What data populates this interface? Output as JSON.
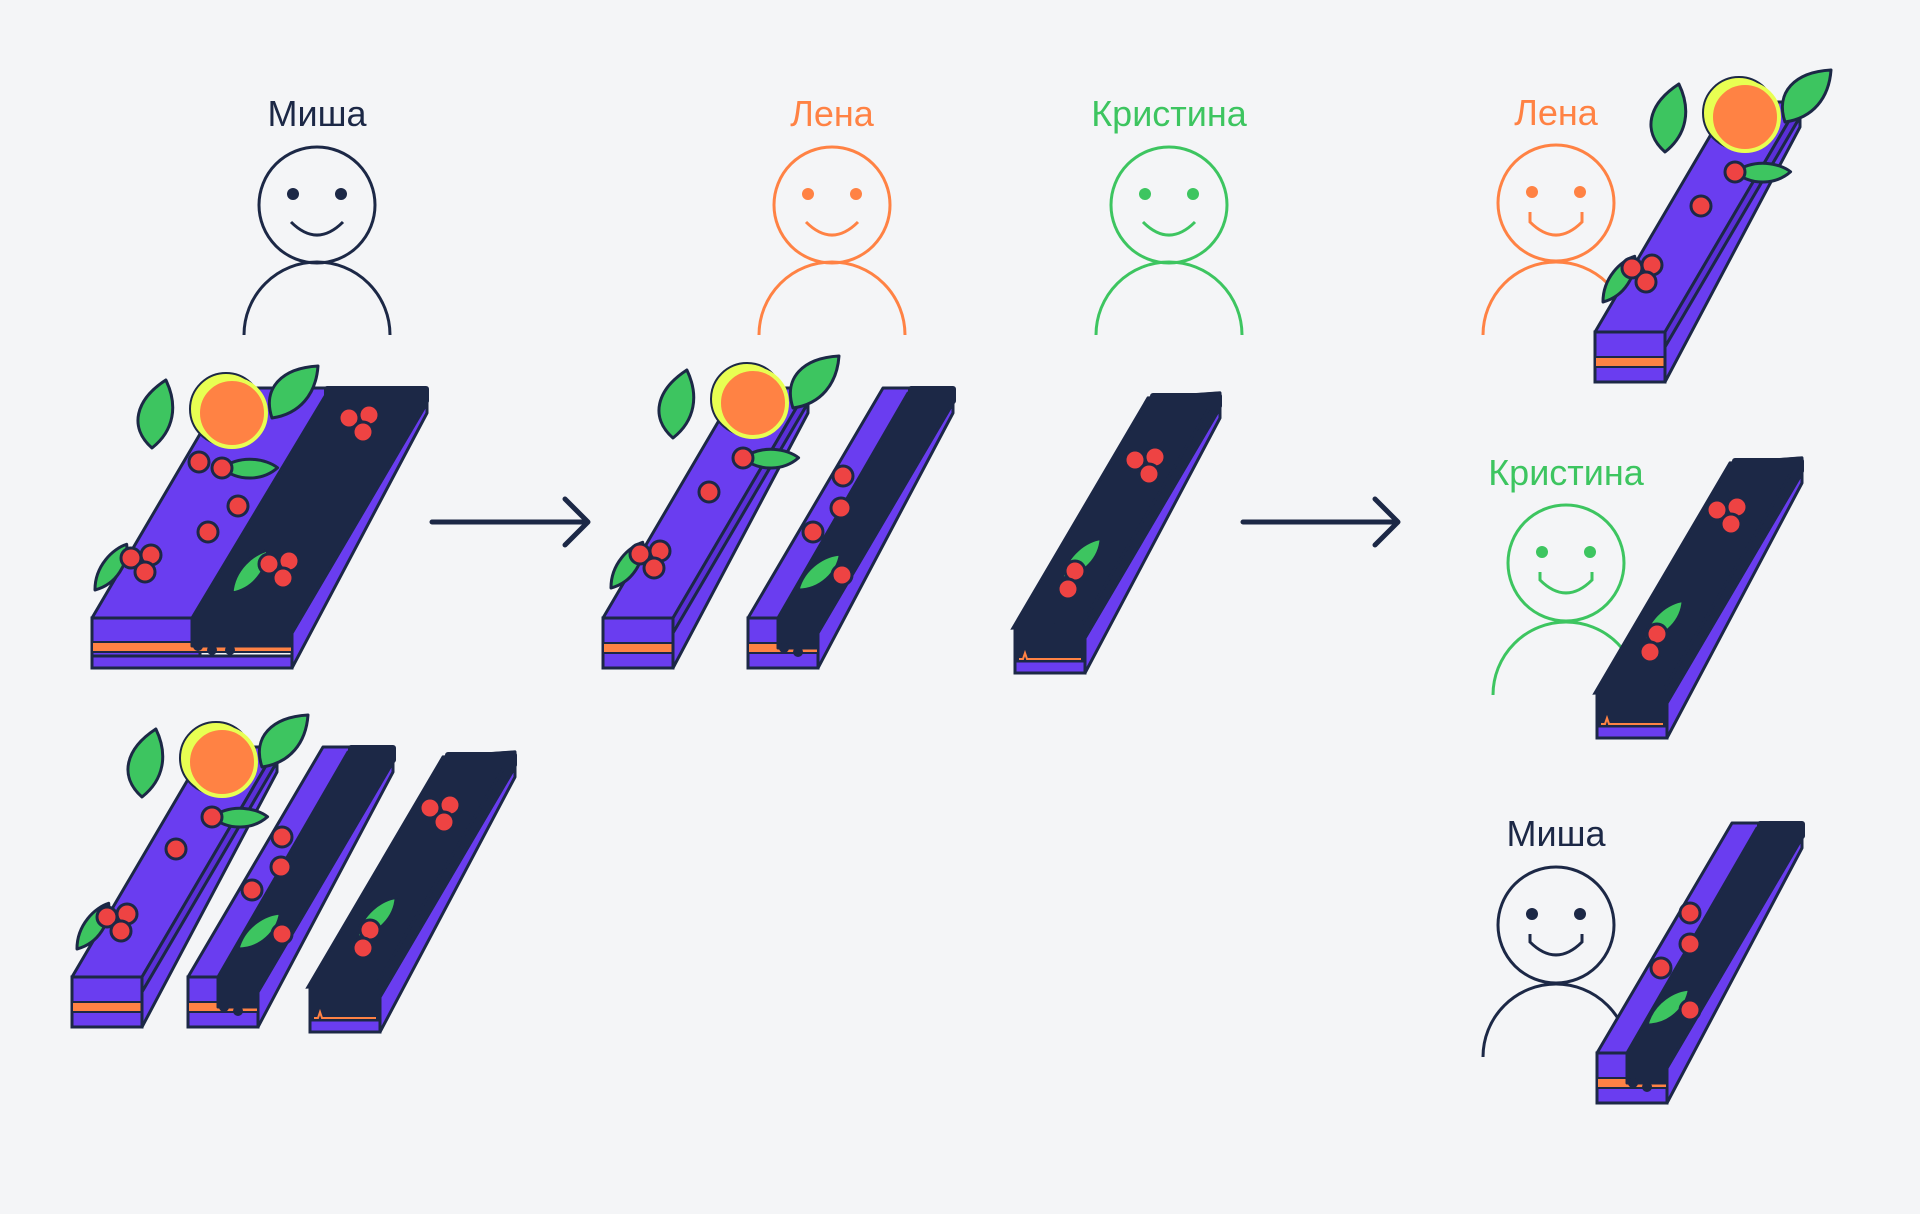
{
  "colors": {
    "background": "#f4f5f7",
    "navy": "#1c2846",
    "purple": "#6a3df0",
    "orange": "#ff8244",
    "green": "#3dc560",
    "red": "#ee4343",
    "yellow": "#e8ff52"
  },
  "people": [
    {
      "id": "misha-top",
      "name": "Миша",
      "color": "#1c2846"
    },
    {
      "id": "lena-middle",
      "name": "Лена",
      "color": "#ff8244"
    },
    {
      "id": "kristina-middle",
      "name": "Кристина",
      "color": "#3dc560"
    },
    {
      "id": "lena-right",
      "name": "Лена",
      "color": "#ff8244"
    },
    {
      "id": "kristina-right",
      "name": "Кристина",
      "color": "#3dc560"
    },
    {
      "id": "misha-right",
      "name": "Миша",
      "color": "#1c2846"
    }
  ],
  "cake_pieces": [
    {
      "id": "whole-cake",
      "type": "whole-cake"
    },
    {
      "id": "piece-decorated",
      "type": "decorated"
    },
    {
      "id": "piece-mixed",
      "type": "mixed"
    },
    {
      "id": "piece-plain",
      "type": "plain"
    }
  ]
}
